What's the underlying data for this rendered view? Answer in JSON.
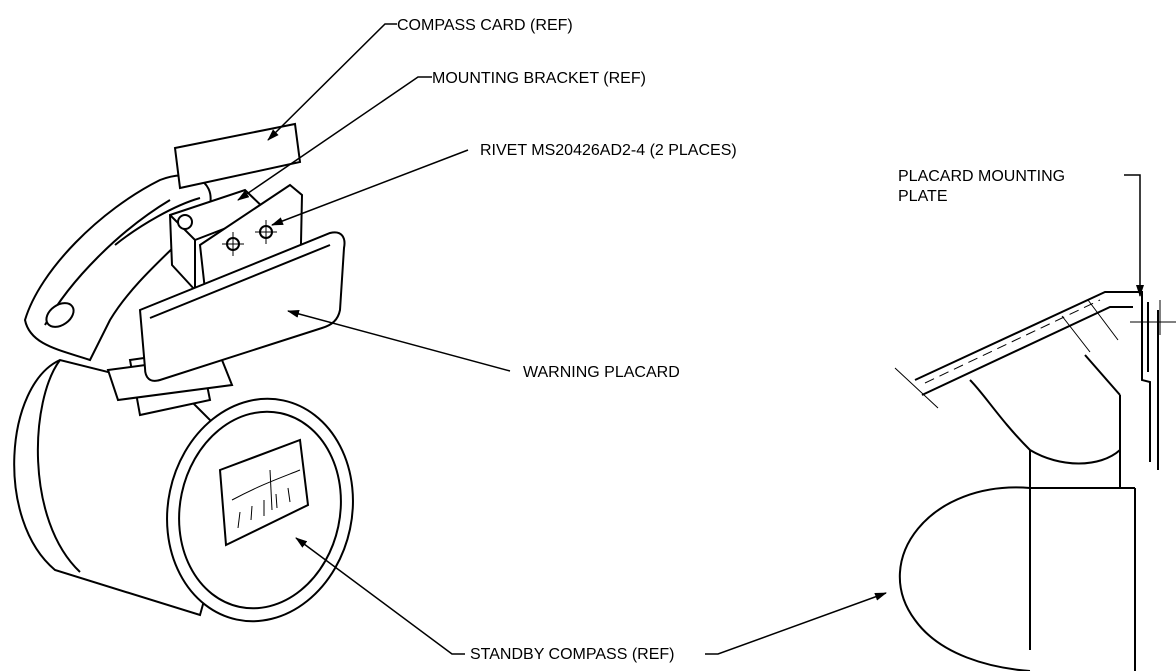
{
  "labels": {
    "compass_card": "COMPASS CARD (REF)",
    "mounting_bracket": "MOUNTING BRACKET (REF)",
    "rivet": "RIVET MS20426AD2-4 (2 PLACES)",
    "placard_plate_line1": "PLACARD MOUNTING",
    "placard_plate_line2": "PLATE",
    "warning_placard": "WARNING PLACARD",
    "standby_compass": "STANDBY COMPASS (REF)"
  },
  "colors": {
    "ink": "#000000",
    "paper": "#ffffff"
  }
}
